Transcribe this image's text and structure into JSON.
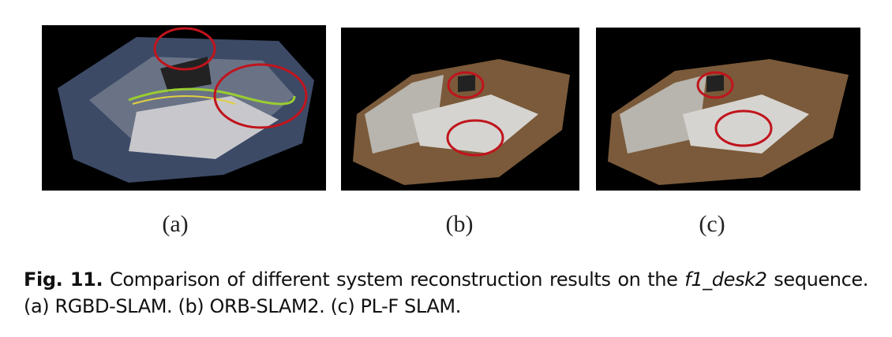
{
  "figure": {
    "panels": [
      {
        "label": "(a)",
        "method": "RGBD-SLAM"
      },
      {
        "label": "(b)",
        "method": "ORB-SLAM2"
      },
      {
        "label": "(c)",
        "method": "PL-F SLAM"
      }
    ],
    "caption": {
      "fig_label": "Fig. 11.",
      "text_1": " Comparison of different system reconstruction results on the ",
      "sequence_name": "f1_desk2",
      "text_2": " sequence. (a) RGBD-SLAM. (b) ORB-SLAM2. (c) PL-F SLAM."
    },
    "highlight_color": "#c0141c"
  }
}
